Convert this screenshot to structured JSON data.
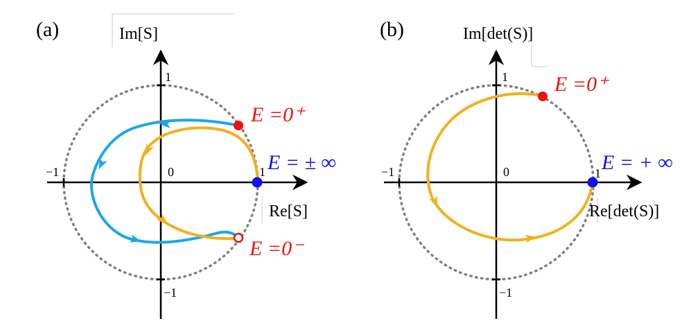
{
  "colors": {
    "blue_curve": "#1aa7ec",
    "orange_curve": "#f2b01e",
    "red_marker": "#ee1111",
    "blue_marker": "#1111ee",
    "circle": "#808080"
  },
  "panels": [
    {
      "label": "(a)",
      "y_axis_title": "Im[S]",
      "x_axis_title": "Re[S]",
      "tick_pos_x": "1",
      "tick_neg_x": "−1",
      "tick_pos_y": "1",
      "tick_neg_y": "−1",
      "origin": "0",
      "annotations": {
        "e_zero_plus": "E =0⁺",
        "e_zero_minus": "E =0⁻",
        "e_inf": "E = ± ∞"
      }
    },
    {
      "label": "(b)",
      "y_axis_title": "Im[det(S)]",
      "x_axis_title": "Re[det(S)]",
      "tick_pos_x": "1",
      "tick_neg_x": "−1",
      "tick_pos_y": "1",
      "tick_neg_y": "−1",
      "origin": "0",
      "annotations": {
        "e_zero_plus": "E =0⁺",
        "e_inf": "E = + ∞"
      }
    }
  ]
}
